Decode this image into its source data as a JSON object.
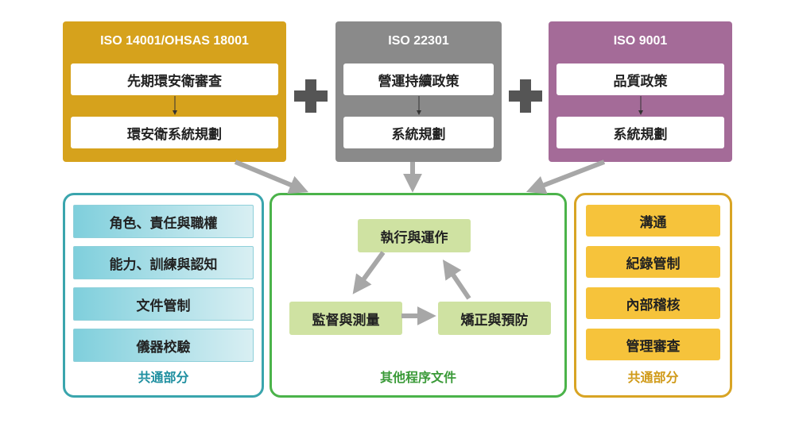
{
  "iso_boxes": [
    {
      "title": "ISO 14001/OHSAS 18001",
      "step1": "先期環安衛審查",
      "step2": "環安衛系統規劃",
      "color": "#d6a21c"
    },
    {
      "title": "ISO 22301",
      "step1": "營運持續政策",
      "step2": "系統規劃",
      "color": "#8a8a8a"
    },
    {
      "title": "ISO 9001",
      "step1": "品質政策",
      "step2": "系統規劃",
      "color": "#a46b98"
    }
  ],
  "plus_symbol": "+",
  "left_panel": {
    "items": [
      "角色、責任與職權",
      "能力、訓練與認知",
      "文件管制",
      "儀器校驗"
    ],
    "footer": "共通部分",
    "color": "#3aa5ad"
  },
  "center_panel": {
    "top": "執行與運作",
    "left": "監督與測量",
    "right": "矯正與預防",
    "footer": "其他程序文件",
    "color": "#4bb34a"
  },
  "right_panel": {
    "items": [
      "溝通",
      "紀錄管制",
      "內部稽核",
      "管理審查"
    ],
    "footer": "共通部分",
    "color": "#d8a424"
  }
}
